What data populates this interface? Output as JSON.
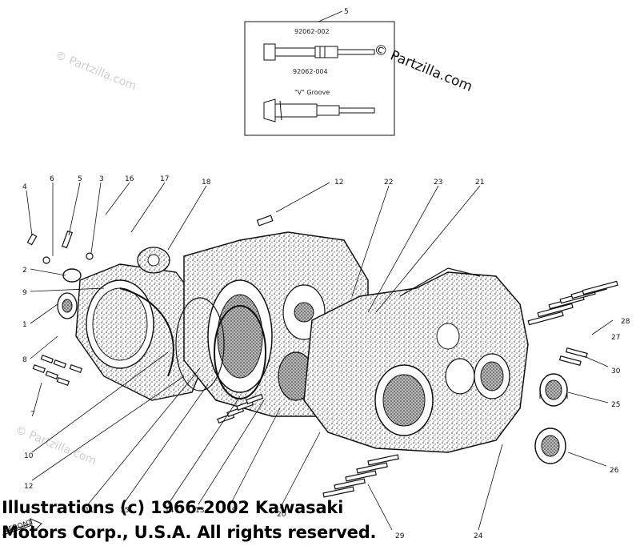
{
  "inset": {
    "callout": "5",
    "part_a": "92062-002",
    "part_b": "92062-004",
    "groove_label": "\"V\" Groove"
  },
  "watermarks": {
    "top_right": "© Partzilla.com",
    "faint": "© Partzilla.com"
  },
  "callouts": {
    "c4": "4",
    "c6": "6",
    "c5": "5",
    "c3": "3",
    "c16": "16",
    "c17": "17",
    "c18": "18",
    "c12a": "12",
    "c22": "22",
    "c23": "23",
    "c21": "21",
    "c2": "2",
    "c9": "9",
    "c1": "1",
    "c8": "8",
    "c7": "7",
    "c27": "27",
    "c28": "28",
    "c30": "30",
    "c25": "25",
    "c26": "26",
    "c10": "10",
    "c12b": "12",
    "c11": "11",
    "c15": "15",
    "c14": "14",
    "c13": "13",
    "c19": "19",
    "c20": "20",
    "c29": "29",
    "c24": "24",
    "front": "FRONT"
  },
  "copyright": {
    "line1": "Illustrations (c) 1966-2002 Kawasaki",
    "line2": "Motors Corp., U.S.A.  All rights reserved."
  },
  "colors": {
    "ink": "#111111",
    "paper": "#ffffff",
    "watermark": "#cfcfcf"
  }
}
